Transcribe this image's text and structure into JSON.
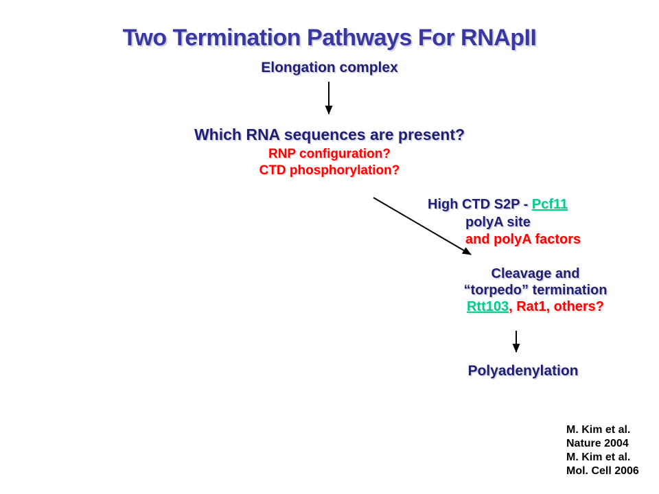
{
  "slide": {
    "title": "Two Termination Pathways For RNApII",
    "nodes": {
      "elongation": "Elongation complex",
      "question_main": "Which RNA sequences are present?",
      "question_rnp": "RNP configuration?",
      "question_ctd": "CTD phosphorylation?",
      "high_ctd_prefix": "High CTD S2P - ",
      "pcf11_link": "Pcf11",
      "polya_site": "polyA site",
      "polya_factors": "and polyA factors",
      "cleavage_line1": "Cleavage and",
      "cleavage_line2": "“torpedo” termination",
      "rtt103_link": "Rtt103",
      "rtt103_rest": ", Rat1, others?",
      "polyadenylation": "Polyadenylation"
    },
    "citation": [
      "M. Kim et al.",
      "Nature 2004",
      "M. Kim et al.",
      "Mol. Cell 2006"
    ],
    "colors": {
      "title": "#3838a0",
      "navy": "#1f1f70",
      "red": "#ff0000",
      "link": "#00cc8f",
      "black": "#000000"
    }
  }
}
